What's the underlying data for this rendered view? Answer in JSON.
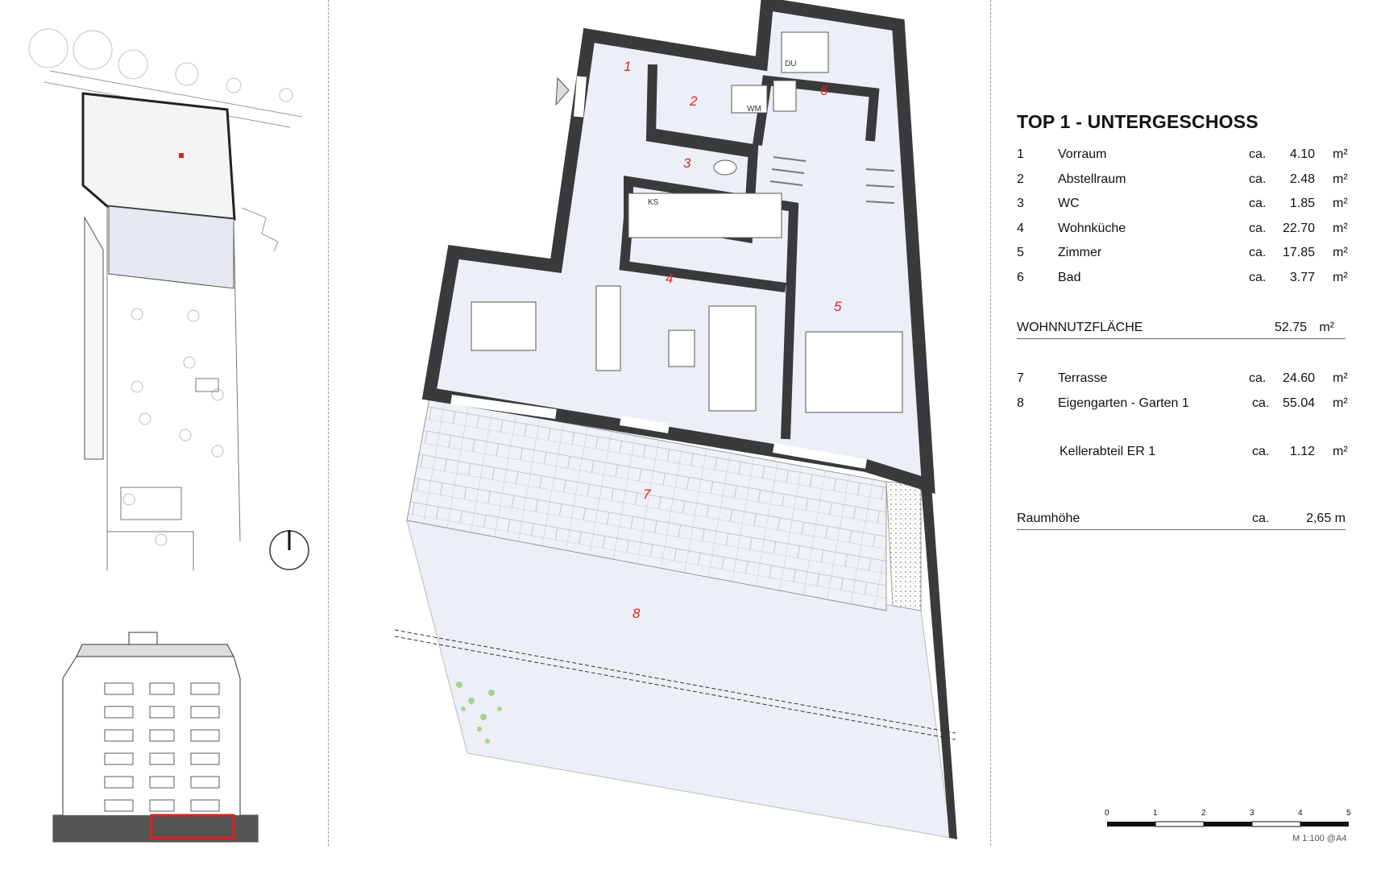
{
  "legend": {
    "title": "TOP 1  - UNTERGESCHOSS",
    "rooms": [
      {
        "num": "1",
        "name": "Vorraum",
        "ca": "ca.",
        "value": "4.10",
        "unit": "m²"
      },
      {
        "num": "2",
        "name": "Abstellraum",
        "ca": "ca.",
        "value": "2.48",
        "unit": "m²"
      },
      {
        "num": "3",
        "name": "WC",
        "ca": "ca.",
        "value": "1.85",
        "unit": "m²"
      },
      {
        "num": "4",
        "name": "Wohnküche",
        "ca": "ca.",
        "value": "22.70",
        "unit": "m²"
      },
      {
        "num": "5",
        "name": "Zimmer",
        "ca": "ca.",
        "value": "17.85",
        "unit": "m²"
      },
      {
        "num": "6",
        "name": "Bad",
        "ca": "ca.",
        "value": "3.77",
        "unit": "m²"
      }
    ],
    "total": {
      "label": "WOHNNUTZFLÄCHE",
      "value": "52.75",
      "unit": "m²"
    },
    "outdoor": [
      {
        "num": "7",
        "name": "Terrasse",
        "ca": "ca.",
        "value": "24.60",
        "unit": "m²"
      },
      {
        "num": "8",
        "name": "Eigengarten - Garten 1",
        "ca": "ca.",
        "value": "55.04",
        "unit": "m²"
      }
    ],
    "storage": {
      "name": "Kellerabteil ER 1",
      "ca": "ca.",
      "value": "1.12",
      "unit": "m²"
    },
    "height": {
      "label": "Raumhöhe",
      "ca": "ca.",
      "value": "2,65 m"
    }
  },
  "plan": {
    "room_labels": [
      "1",
      "2",
      "3",
      "4",
      "5",
      "6",
      "7",
      "8"
    ],
    "fixtures": {
      "washer": "WM",
      "shower": "DU",
      "fridge": "KS"
    }
  },
  "scale": {
    "ticks": [
      "0",
      "1",
      "2",
      "3",
      "4",
      "5"
    ],
    "note": "M 1:100 @A4"
  },
  "colors": {
    "wall": "#3a3a3c",
    "floor": "#eceff5",
    "label": "#e02020",
    "highlight": "#e02020"
  }
}
